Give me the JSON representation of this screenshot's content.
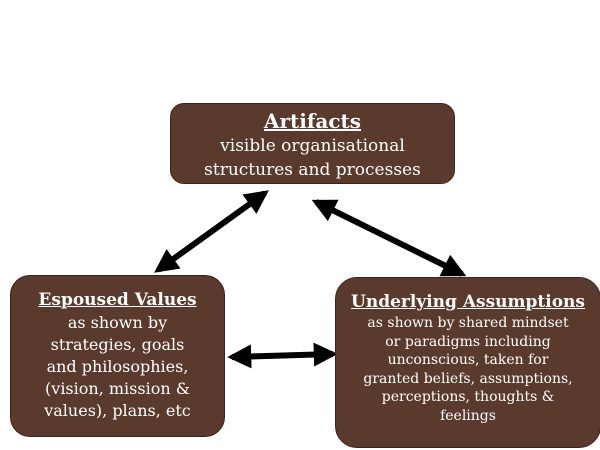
{
  "colors": {
    "box_fill": "#5b3a2e",
    "box_text": "#ffffff",
    "arrow": "#000000"
  },
  "artifacts": {
    "title": "Artifacts",
    "lines": [
      "visible organisational",
      "structures and processes"
    ]
  },
  "espoused_values": {
    "title": "Espoused Values",
    "lines": [
      "as shown by",
      "strategies, goals",
      "and philosophies,",
      "(vision, mission &",
      "values), plans, etc"
    ]
  },
  "underlying_assumptions": {
    "title": "Underlying Assumptions",
    "lines": [
      "as shown by shared mindset",
      "or paradigms including",
      "unconscious, taken for",
      "granted beliefs, assumptions,",
      "perceptions, thoughts &",
      "feelings"
    ]
  }
}
